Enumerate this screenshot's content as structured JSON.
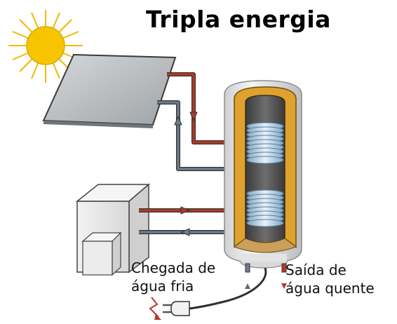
{
  "title": "Tripla energia",
  "labels": {
    "cold_water": [
      "Chegada de",
      "água fria"
    ],
    "hot_water": [
      "Saída de",
      "água quente"
    ]
  },
  "colors": {
    "hot_pipe": "#b23a2a",
    "cold_pipe": "#5a6a78",
    "sun": "#f6c400",
    "tank_shell": "#e8e8e8",
    "insulation": "#e0a22c",
    "panel": "#bfc3c6"
  },
  "icons": [
    "sun-icon",
    "solar-panel",
    "heat-pump",
    "water-tank",
    "heating-coil",
    "power-plug-icon",
    "lightning-icon"
  ]
}
